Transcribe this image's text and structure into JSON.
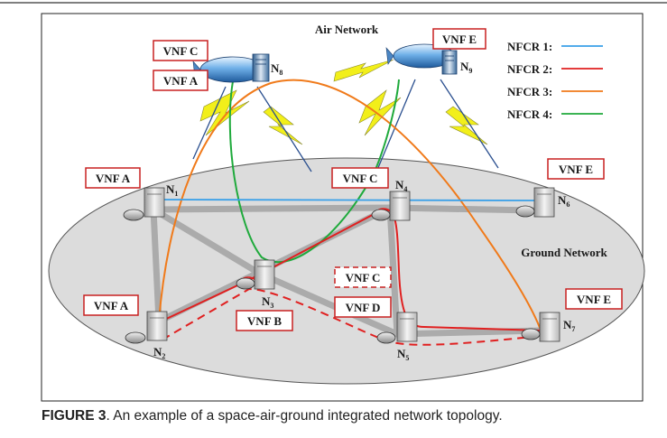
{
  "title_air": "Air Network",
  "title_ground": "Ground Network",
  "legend": [
    {
      "label": "NFCR 1:",
      "color": "#3aa0e8"
    },
    {
      "label": "NFCR 2:",
      "color": "#e02020"
    },
    {
      "label": "NFCR 3:",
      "color": "#f07a1a"
    },
    {
      "label": "NFCR 4:",
      "color": "#1faa3c"
    }
  ],
  "vnf_boxes": {
    "n8_top": "VNF C",
    "n8_bottom": "VNF A",
    "n9": "VNF E",
    "n1": "VNF A",
    "n4": "VNF C",
    "n6": "VNF E",
    "n2": "VNF A",
    "n3": "VNF B",
    "n5_dashed": "VNF C",
    "n5": "VNF D",
    "n7": "VNF E"
  },
  "nodes": {
    "n1": "N",
    "n1_sub": "1",
    "n2": "N",
    "n2_sub": "2",
    "n3": "N",
    "n3_sub": "3",
    "n4": "N",
    "n4_sub": "4",
    "n5": "N",
    "n5_sub": "5",
    "n6": "N",
    "n6_sub": "6",
    "n7": "N",
    "n7_sub": "7",
    "n8": "N",
    "n8_sub": "8",
    "n9": "N",
    "n9_sub": "9"
  },
  "caption": {
    "label": "FIGURE 3",
    "text": ". An example of a space-air-ground integrated network topology."
  }
}
